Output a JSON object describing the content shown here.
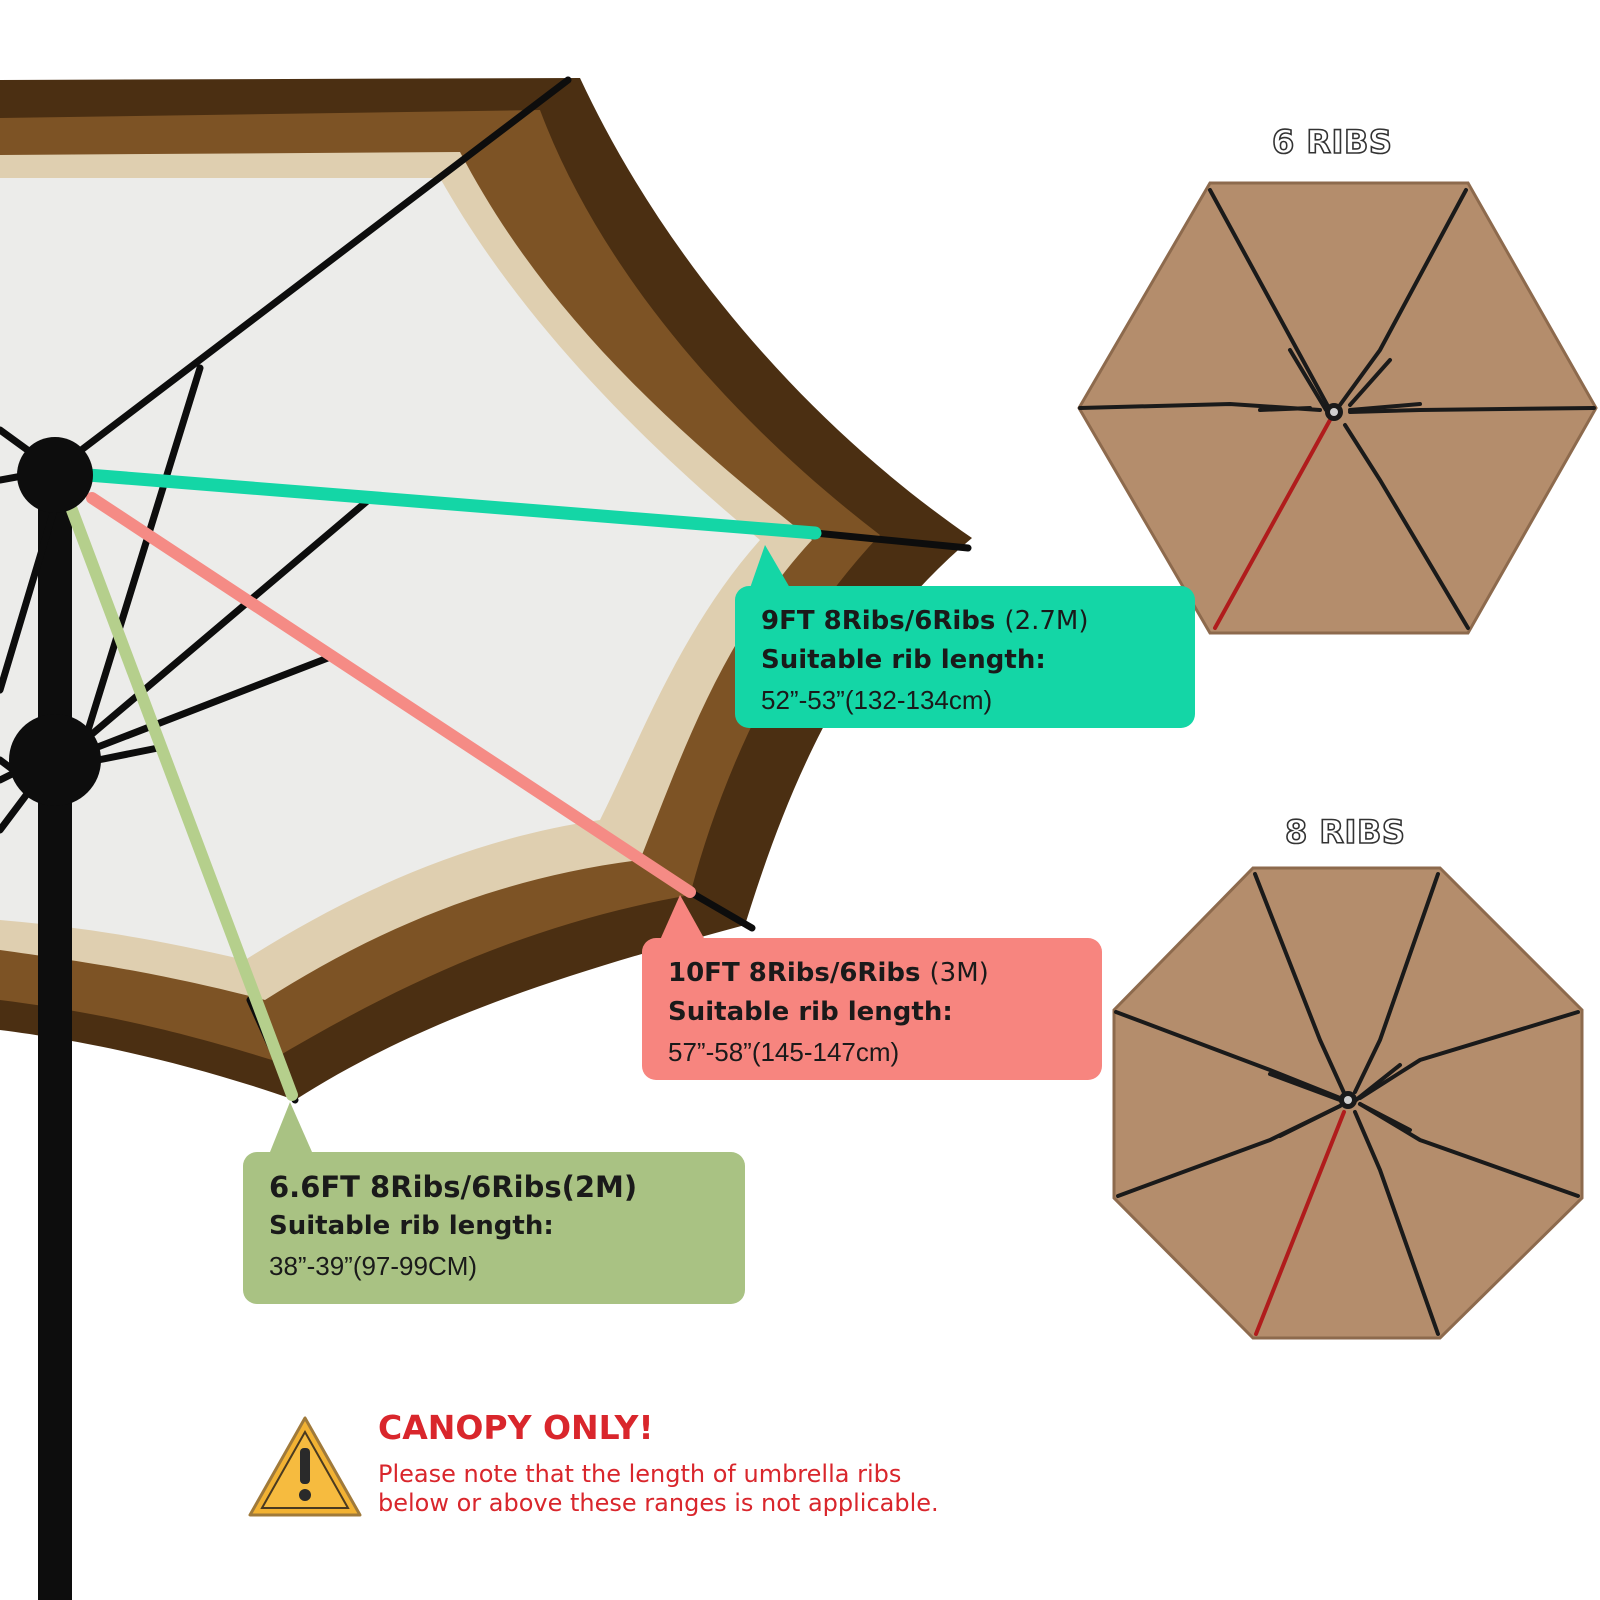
{
  "diagram": {
    "six_ribs_label": "6 RIBS",
    "eight_ribs_label": "8 RIBS",
    "callouts": [
      {
        "size": "9FT 8Ribs/6Ribs",
        "metric": "(2.7M)",
        "label": "Suitable rib length:",
        "range": "52”-53”(132-134cm)",
        "color": "#14d6a6"
      },
      {
        "size": "10FT 8Ribs/6Ribs",
        "metric": "(3M)",
        "label": "Suitable rib length:",
        "range": "57”-58”(145-147cm)",
        "color": "#f7857f"
      },
      {
        "size": "6.6FT 8Ribs/6Ribs",
        "metric": "(2M)",
        "label": "Suitable rib length:",
        "range": "38”-39”(97-99CM)",
        "color": "#a9c283"
      }
    ],
    "warning": {
      "title": "CANOPY ONLY!",
      "line1": "Please note that the length of umbrella ribs",
      "line2": "below or above these ranges is not applicable.",
      "icon": "warning-triangle-icon",
      "color": "#d9262c"
    },
    "colors": {
      "canopy_outer": "#4b2f12",
      "canopy_mid": "#7d5325",
      "canopy_inner": "#dfcfb0",
      "canopy_fabric": "#ececea",
      "top_view_canopy": "#b48d6c"
    }
  }
}
